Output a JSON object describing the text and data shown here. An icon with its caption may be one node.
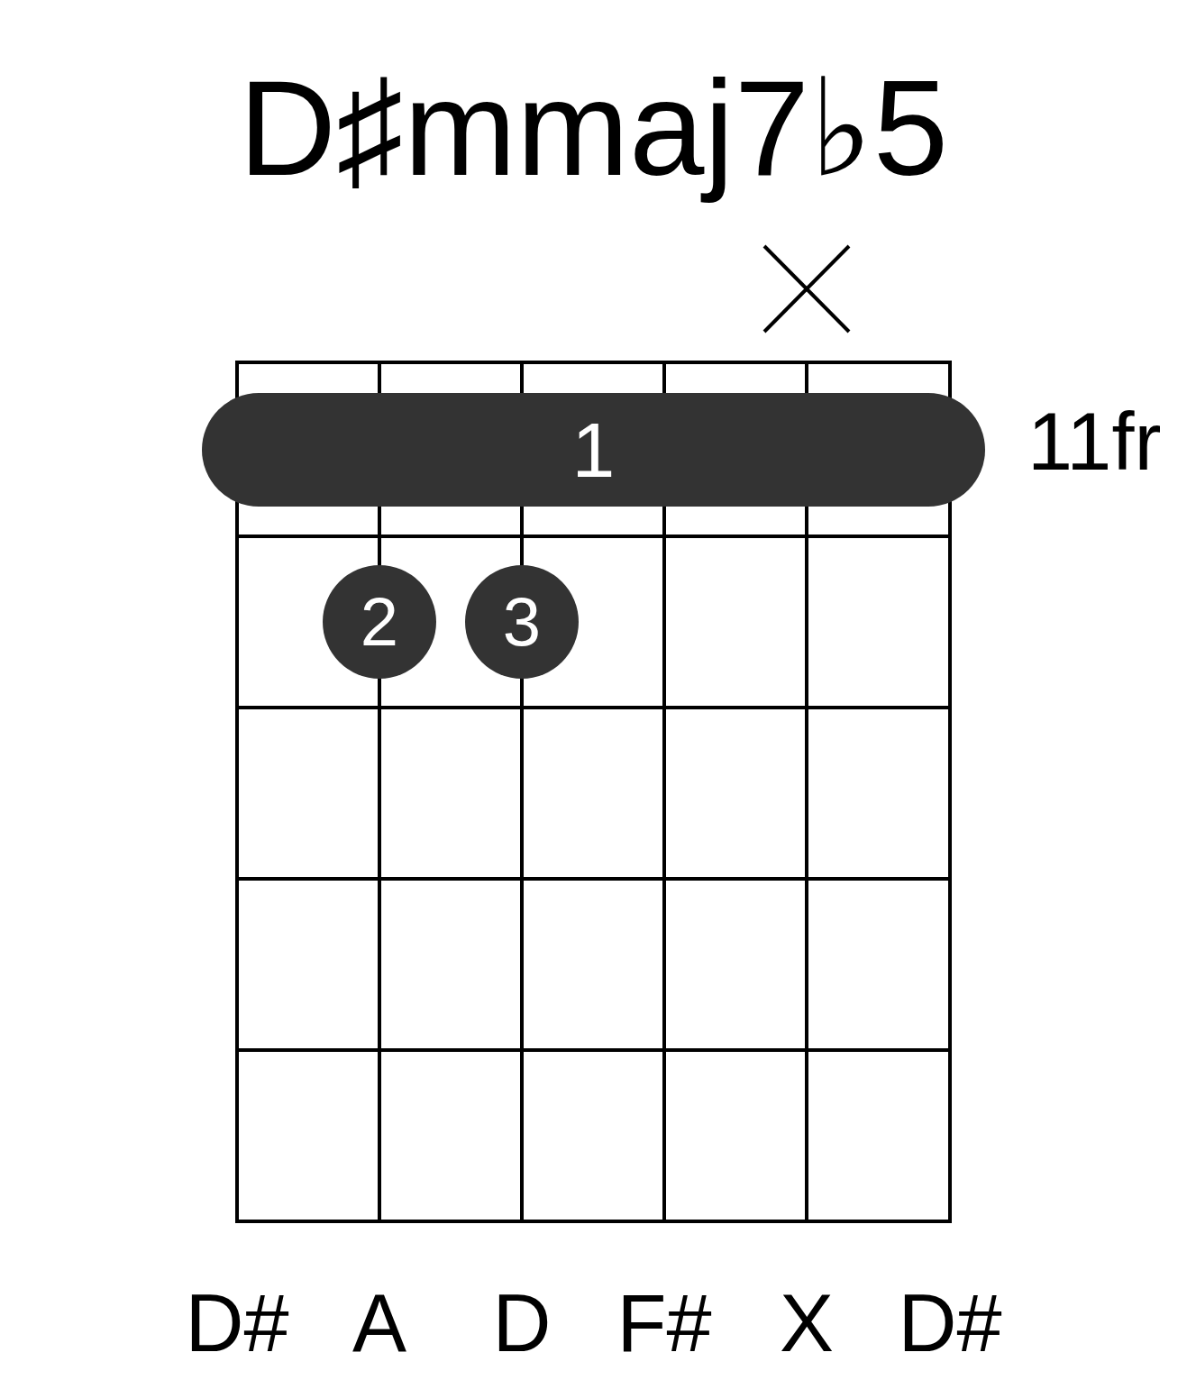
{
  "diagram": {
    "title": "D♯mmaj7♭5",
    "nodes": [
      {
        "text": [
          "1"
        ]
      },
      {
        "text": [
          "2"
        ]
      },
      {
        "text": [
          "3"
        ]
      }
    ],
    "labels": [
      "11fr",
      "D#",
      "A",
      "D",
      "F#",
      "X",
      "D#"
    ]
  }
}
